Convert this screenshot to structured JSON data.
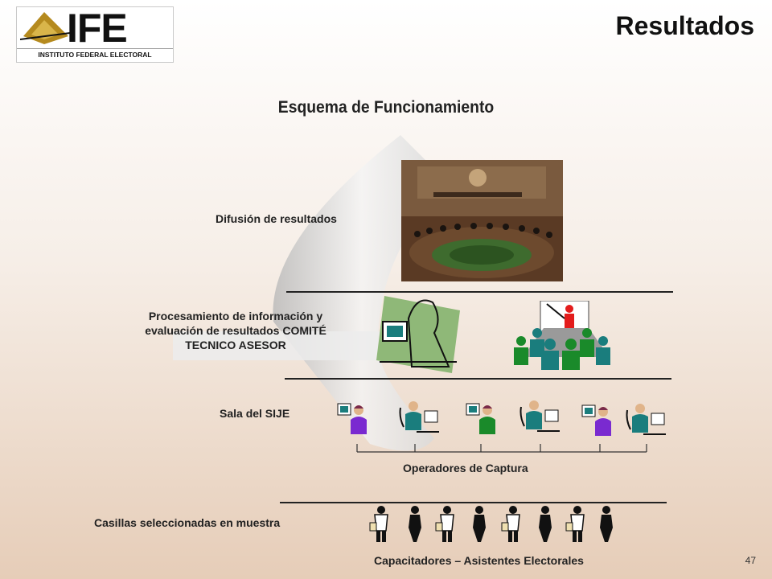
{
  "header": {
    "logo_text": "IFE",
    "logo_subtext": "INSTITUTO FEDERAL ELECTORAL",
    "page_title": "Resultados"
  },
  "diagram": {
    "title": "Esquema de Funcionamiento",
    "levels": [
      {
        "label": "Difusión de resultados"
      },
      {
        "label_lines": [
          "Procesamiento de información y",
          "evaluación de resultados COMITÉ",
          "TECNICO ASESOR"
        ]
      },
      {
        "label": "Sala del SIJE"
      },
      {
        "label": "Casillas seleccionadas en muestra"
      }
    ],
    "operators_caption": "Operadores de Captura",
    "assistants_caption": "Capacitadores – Asistentes Electorales"
  },
  "footer": {
    "page_number": "47"
  },
  "colors": {
    "accent_red": "#e31c1c",
    "teal": "#1a7d7d",
    "green": "#1a8a2a",
    "arrow": "#c9c9c9"
  }
}
